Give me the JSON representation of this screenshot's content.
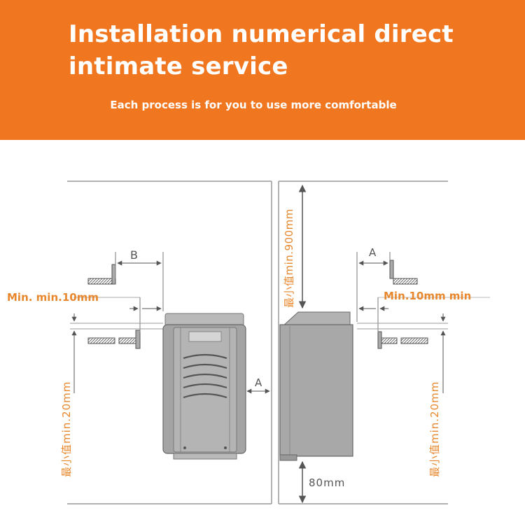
{
  "header": {
    "title_line1": "Installation numerical direct",
    "title_line2": "intimate service",
    "subtitle": "Each process is for you to use more comfortable"
  },
  "diagram": {
    "left": {
      "label_b": "B",
      "label_min_10": "Min. min.10mm",
      "label_a_side": "A",
      "label_min_20": "最小值min.20mm"
    },
    "right": {
      "label_min_900": "最小值min.900mm",
      "label_a": "A",
      "label_min_10": "Min.10mm min",
      "label_min_20": "最小值min.20mm",
      "label_80": "80mm"
    }
  },
  "colors": {
    "banner": "#f07620",
    "annotation_orange": "#e8882e",
    "line_gray": "#888888"
  }
}
